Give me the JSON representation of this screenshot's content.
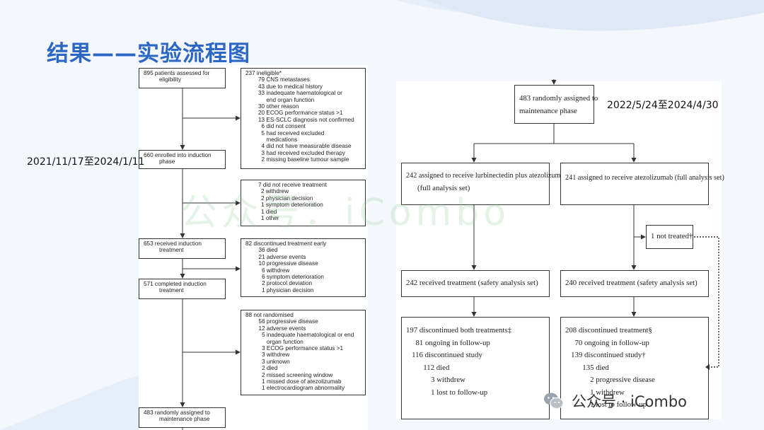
{
  "slide": {
    "title": "结果——实验流程图",
    "date_left": "2021/11/17至2024/1/11",
    "date_right": "2022/5/24至2024/4/30",
    "watermark": "公众号：iCombo",
    "wechat_label": "公众号 · iCombo"
  },
  "left": {
    "assessed": [
      "895 patients assessed for",
      "eligibility"
    ],
    "ineligible": {
      "header": "237 ineligible*",
      "items": [
        "79 CNS metastases",
        "43 due to medical history",
        "33 inadequate haematological or",
        "     end organ function",
        "30 other reason",
        "20 ECOG performance status >1",
        "13 ES-SCLC diagnosis not confirmed",
        "  6 did not consent",
        "  5 had received excluded",
        "     medications",
        "  4 did not have measurable disease",
        "  3 had received excluded therapy",
        "  2 missing baseline tumour sample"
      ]
    },
    "enrolled": [
      "660 enrolled into induction",
      "phase"
    ],
    "not_receive": {
      "header": "7 did not receive treatment",
      "items": [
        "2 withdrew",
        "2 physician decision",
        "1 symptom deterioration",
        "1 died",
        "1 other"
      ]
    },
    "received_induction": [
      "653 received induction",
      "treatment"
    ],
    "discontinued_early": {
      "header": "82 discontinued treatment early",
      "items": [
        "  36 died",
        "  21 adverse events",
        "  10 progressive disease",
        "    6 withdrew",
        "    6 symptom deterioration",
        "    2 protocol deviation",
        "    1 physician decision"
      ]
    },
    "completed_induction": [
      "571 completed induction",
      "treatment"
    ],
    "not_randomised": {
      "header": "88 not randomised",
      "items": [
        "  56 progressive disease",
        "  12 adverse events",
        "    5 inadequate haematological or end",
        "       organ function",
        "    3 ECOG performance status >1",
        "    3 withdrew",
        "    3 unknown",
        "    2 died",
        "    2 missed screening window",
        "    1 missed dose of atezolizumab",
        "    1 electrocardiogram abnormality"
      ]
    },
    "randomised": [
      "483 randomly assigned to",
      "maintenance phase"
    ]
  },
  "right": {
    "randomised": [
      "483 randomly assigned to",
      "maintenance phase"
    ],
    "arm_a_assigned": [
      "242 assigned to receive lurbinectedin plus atezolizumab",
      "(full analysis set)"
    ],
    "arm_b_assigned": [
      "241 assigned to receive atezolizumab (full analysis set)"
    ],
    "not_treated": "1 not treated†",
    "arm_a_received": "242 received treatment (safety analysis set)",
    "arm_b_received": "240 received treatment (safety analysis set)",
    "arm_a_discontinued": [
      "197 discontinued both treatments‡",
      "     81 ongoing in follow-up",
      "   116 discontinued study",
      "         112 died",
      "             3 withdrew",
      "             1 lost to follow-up"
    ],
    "arm_b_discontinued": [
      "208 discontinued treatment§",
      "     70 ongoing in follow-up",
      "   139 discontinued study†",
      "         135 died",
      "             2 progressive disease",
      "             1 withdrew",
      "             1 lost to follow-up"
    ]
  },
  "icons": {
    "wechat": "wechat-icon"
  },
  "colors": {
    "title": "#2c67c4",
    "swoosh": "#d6e3f5",
    "line": "#333333"
  }
}
